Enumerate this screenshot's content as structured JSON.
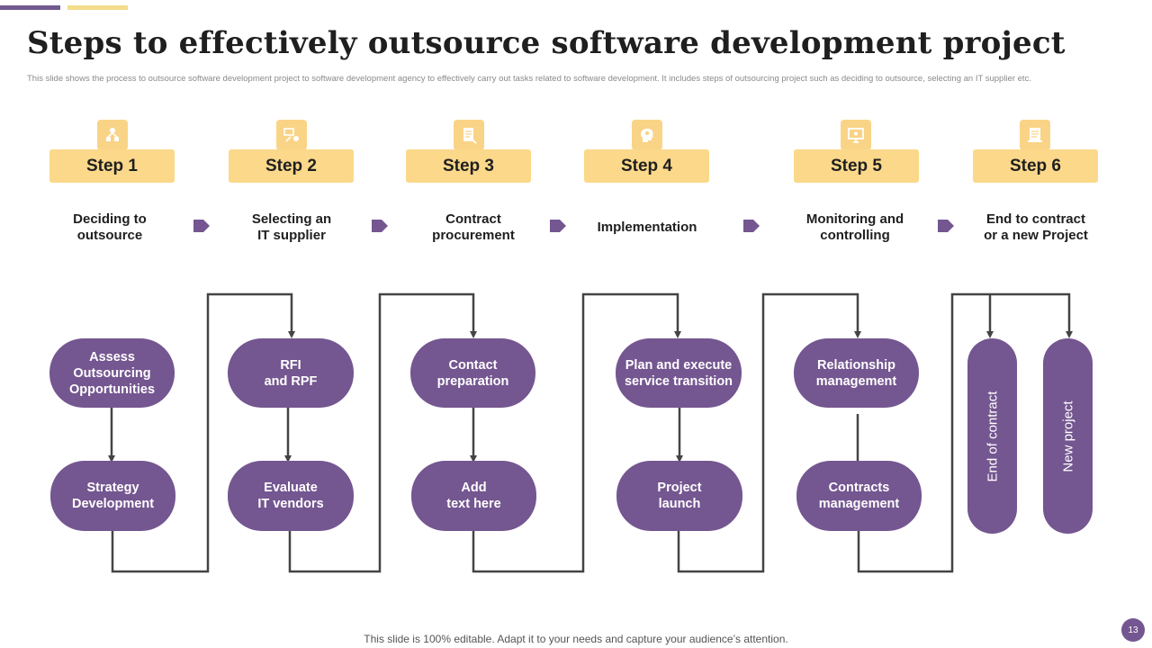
{
  "title": "Steps to effectively outsource software development project",
  "subtitle": "This slide shows the process to outsource software development project to software development agency to effectively carry out tasks related to software development. It includes steps of outsourcing project such as deciding to outsource, selecting an IT supplier etc.",
  "steps": [
    {
      "label": "Step 1",
      "description": "Deciding to\noutsource",
      "icon": "team-icon"
    },
    {
      "label": "Step 2",
      "description": "Selecting an\nIT supplier",
      "icon": "supplier-icon"
    },
    {
      "label": "Step 3",
      "description": "Contract\nprocurement",
      "icon": "contract-icon"
    },
    {
      "label": "Step 4",
      "description": "Implementation",
      "icon": "head-gear-icon"
    },
    {
      "label": "Step 5",
      "description": "Monitoring and\ncontrolling",
      "icon": "monitor-icon"
    },
    {
      "label": "Step 6",
      "description": "End to contract\nor a new Project",
      "icon": "document-icon"
    }
  ],
  "flow": {
    "col1_top": "Assess\nOutsourcing\nOpportunities",
    "col1_bottom": "Strategy\nDevelopment",
    "col2_top": "RFI\nand RPF",
    "col2_bottom": "Evaluate\nIT vendors",
    "col3_top": "Contact\npreparation",
    "col3_bottom": "Add\ntext here",
    "col4_top": "Plan and execute\nservice transition",
    "col4_bottom": "Project\nlaunch",
    "col5_top": "Relationship\nmanagement",
    "col5_bottom": "Contracts\nmanagement",
    "col6_a": "End of contract",
    "col6_b": "New project"
  },
  "footer": "This slide is 100% editable. Adapt it to your needs and capture your audience’s attention.",
  "page_number": "13",
  "colors": {
    "accent_purple": "#745690",
    "accent_yellow": "#fbd88a",
    "connector": "#444444"
  }
}
